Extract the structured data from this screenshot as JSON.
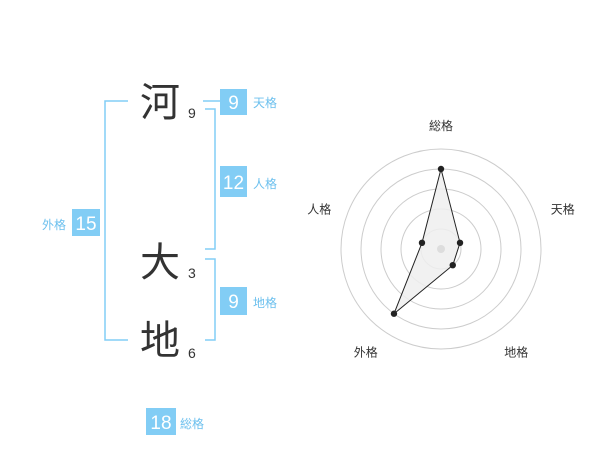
{
  "accent_color": "#82cdf5",
  "bracket_color": "#82cdf5",
  "label_color": "#6cc0ee",
  "name": [
    {
      "char": "河",
      "strokes": "9"
    },
    {
      "char": "大",
      "strokes": "3"
    },
    {
      "char": "地",
      "strokes": "6"
    }
  ],
  "grades": {
    "tenkaku": {
      "value": "9",
      "label": "天格"
    },
    "jinkaku": {
      "value": "12",
      "label": "人格"
    },
    "chikaku": {
      "value": "9",
      "label": "地格"
    },
    "gaikaku": {
      "value": "15",
      "label": "外格"
    },
    "soukaku": {
      "value": "18",
      "label": "総格"
    }
  },
  "chart_data": {
    "type": "radar",
    "axes": [
      "総格",
      "天格",
      "地格",
      "外格",
      "人格"
    ],
    "values": [
      4,
      1,
      1,
      4,
      1
    ],
    "max": 5,
    "rings": 5,
    "fill_color": "#eeeeee",
    "line_color": "#222222",
    "ring_color": "#cccccc"
  }
}
